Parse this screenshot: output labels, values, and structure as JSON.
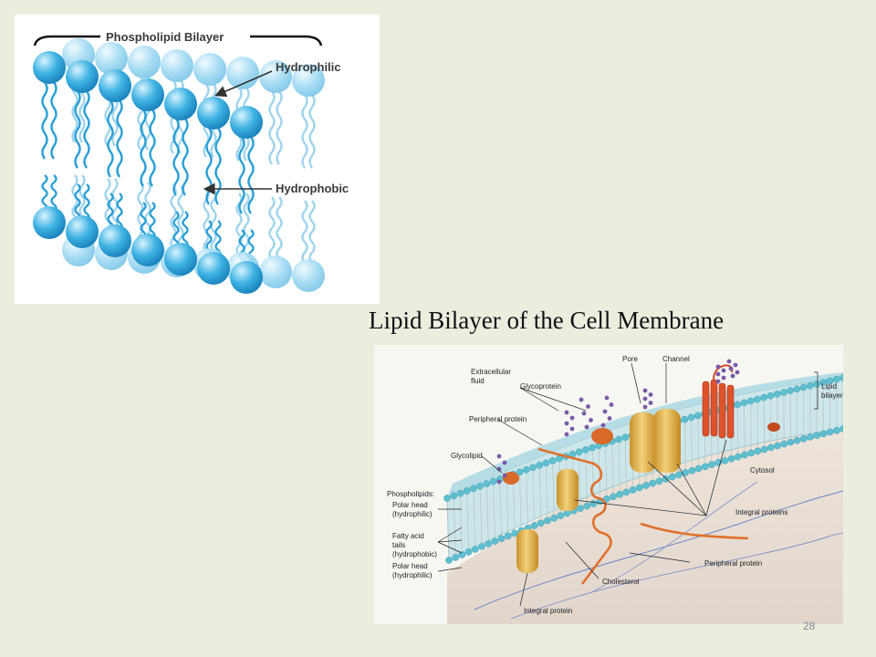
{
  "top_diagram": {
    "bracket_label": "Phospholipid Bilayer",
    "hydrophilic_label": "Hydrophilic",
    "hydrophobic_label": "Hydrophobic"
  },
  "slide_title": "Lipid Bilayer of the Cell Membrane",
  "membrane_diagram": {
    "labels": {
      "extracellular": "Extracellular",
      "fluid": "fluid",
      "glycoprotein": "Glycoprotein",
      "pore": "Pore",
      "channel": "Channel",
      "lipid": "Lipid",
      "bilayer": "bilayer",
      "peripheral_protein_top": "Peripheral protein",
      "glycolipid": "Glycolipid",
      "cytosol": "Cytosol",
      "phospholipids": "Phospholipids:",
      "polar_head_1": "Polar head",
      "hydrophilic_1": "(hydrophilic)",
      "fatty_acid": "Fatty acid",
      "tails": "tails",
      "hydrophobic": "(hydrophobic)",
      "polar_head_2": "Polar head",
      "hydrophilic_2": "(hydrophilic)",
      "integral_proteins": "Integral proteins",
      "peripheral_protein_bottom": "Peripheral protein",
      "cholesterol": "Cholesterol",
      "integral_protein": "Integral protein"
    }
  },
  "page_number": "28",
  "colors": {
    "background": "#ebeedf",
    "head_blue": "#3fb3e3",
    "protein_orange": "#e07a2a",
    "protein_yellow": "#e8b84a",
    "glyco_purple": "#7a5aa8"
  }
}
